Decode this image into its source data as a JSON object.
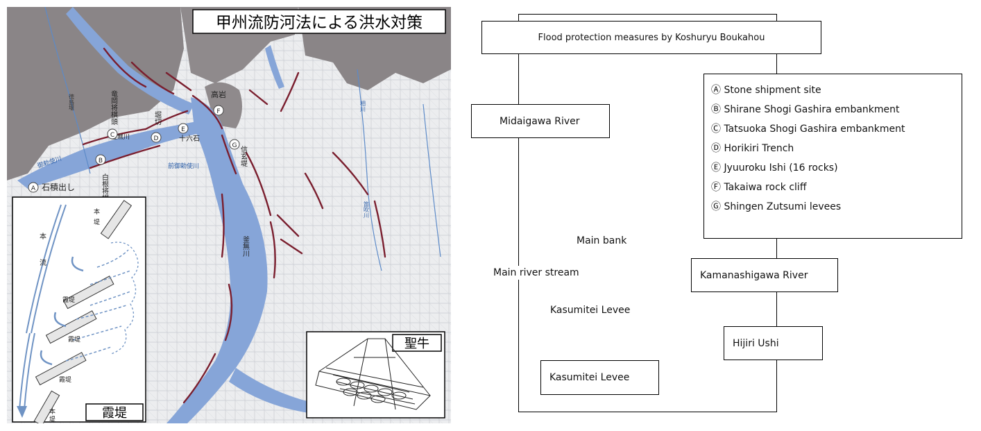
{
  "map": {
    "title": "甲州流防河法による洪水対策",
    "place_labels": {
      "takaiwa": "高岩",
      "tokushima": "徳島堰",
      "tatsuoka": "竜岡将棋頭",
      "horikiri": "堀切",
      "jyuuroku": "十六石",
      "shingen": "信玄堤",
      "shirane": "白根将棋頭",
      "ishitsumi": "石積出し",
      "midai": "御勅使川",
      "maemidai": "前御勅使川",
      "kamanashi": "釜無川",
      "kamanashi_small": "釜無川",
      "aikawa": "相川",
      "fuefuki": "笛吹川"
    },
    "markers": [
      "A",
      "B",
      "C",
      "D",
      "E",
      "F",
      "G"
    ],
    "inset_kasumi": {
      "title": "霞堤",
      "main_stream": "本流",
      "main_bank_top": "本堤",
      "main_bank_bottom": "本堤",
      "levee1": "霞堤",
      "levee2": "霞堤",
      "levee3": "霞堤"
    },
    "inset_ushi": {
      "title": "聖牛"
    }
  },
  "diagram": {
    "title": "Flood protection measures by Koshuryu Boukahou",
    "midai": "Midaigawa River",
    "kamanashi": "Kamanashigawa River",
    "hijiri": "Hijiri Ushi",
    "kasumitei_box": "Kasumitei Levee",
    "main_bank": "Main bank",
    "main_stream": "Main river stream",
    "kasumitei_label": "Kasumitei Levee",
    "legend": [
      "Ⓐ Stone shipment site",
      "Ⓑ Shirane Shogi Gashira embankment",
      "Ⓒ Tatsuoka Shogi Gashira embankment",
      "Ⓓ Horikiri Trench",
      "Ⓔ Jyuuroku Ishi (16 rocks)",
      "Ⓕ Takaiwa rock cliff",
      "Ⓖ Shingen Zutsumi levees"
    ]
  }
}
